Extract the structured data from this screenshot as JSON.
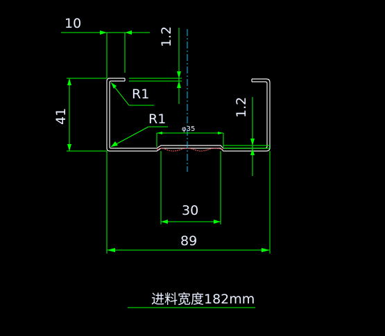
{
  "dimensions": {
    "flange_width": "10",
    "thickness_top": "1.2",
    "thickness_right": "1.2",
    "height": "41",
    "radius_top": "R1",
    "radius_bottom": "R1",
    "hole": "φ35",
    "groove_width": "30",
    "overall_width": "89"
  },
  "caption": "进料宽度182mm",
  "colors": {
    "background": "#000000",
    "dimension": "#00ff00",
    "profile": "#f0f0f0",
    "centerline": "#00c8ff",
    "emboss": "#ff5a5a"
  }
}
